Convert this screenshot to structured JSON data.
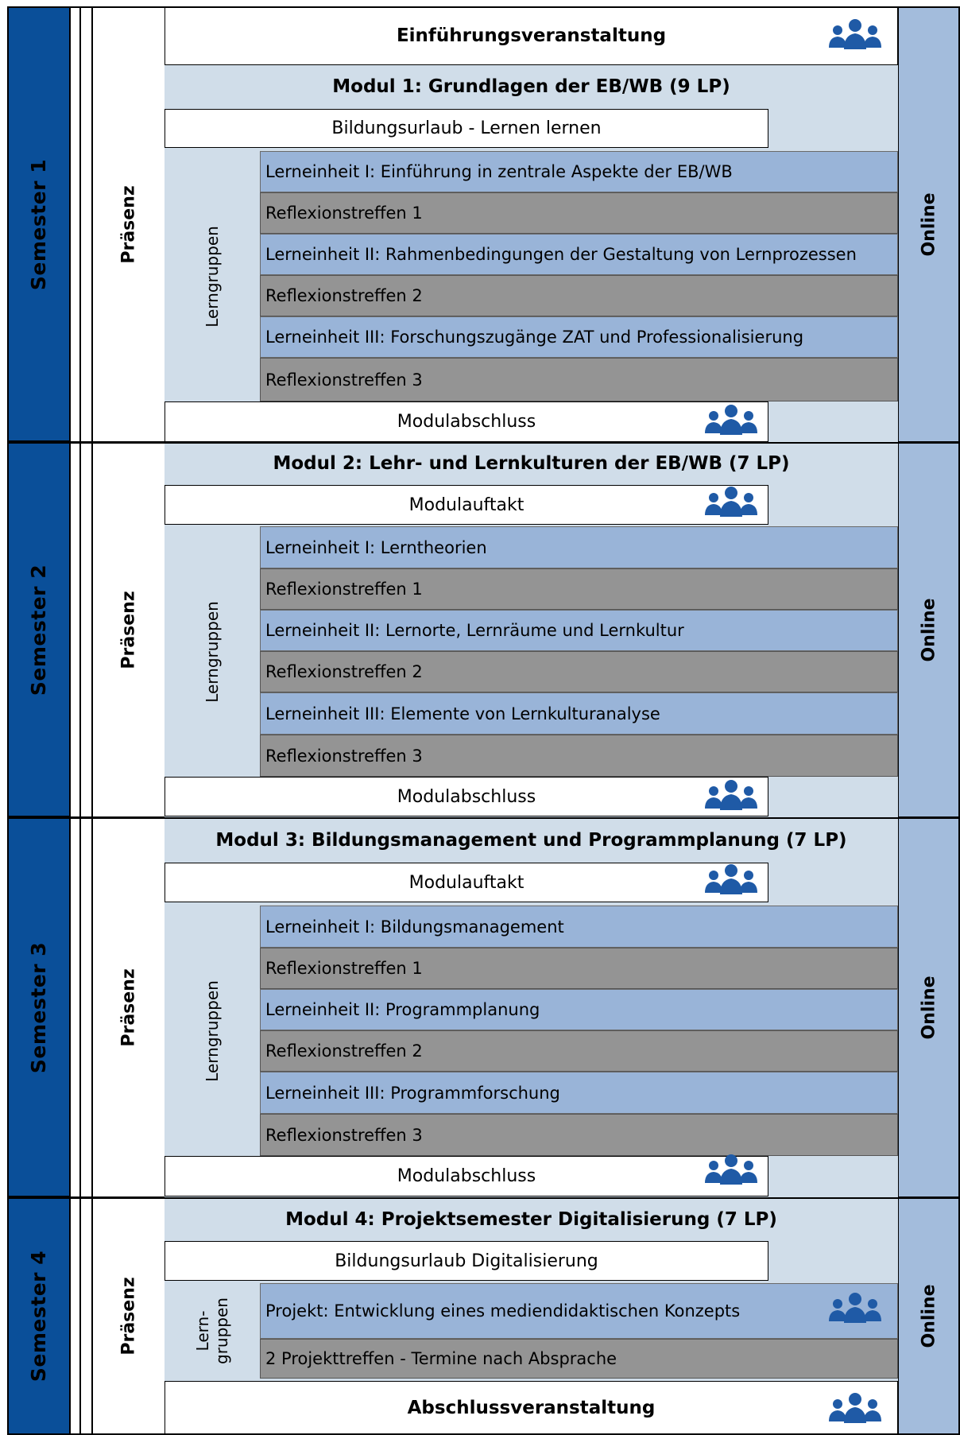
{
  "colors": {
    "semester": "#0a4f99",
    "online": "#a3bcdc",
    "module_bg": "#d0dde9",
    "lerneinheit": "#99b4d8",
    "reflexion": "#949494",
    "icon": "#1f5aa6"
  },
  "icon_name": "group-people-icon",
  "praesenz_label": "Präsenz",
  "online_label": "Online",
  "lerngruppen_label": "Lerngruppen",
  "semesters": [
    {
      "label": "Semester 1",
      "intro": "Einführungsveranstaltung",
      "module_title": "Modul 1: Grundlagen der EB/WB (9 LP)",
      "pre_row": "Bildungsurlaub - Lernen lernen",
      "rows": [
        "Lerneinheit I: Einführung in zentrale Aspekte der EB/WB",
        "Reflexionstreffen 1",
        "Lerneinheit II: Rahmenbedingungen der Gestaltung von Lernprozessen",
        "Reflexionstreffen 2",
        "Lerneinheit III: Forschungszugänge ZAT und Professionalisierung",
        "Reflexionstreffen 3"
      ],
      "closing": "Modulabschluss"
    },
    {
      "label": "Semester 2",
      "module_title": "Modul 2: Lehr- und Lernkulturen der EB/WB (7 LP)",
      "pre_row": "Modulauftakt",
      "rows": [
        "Lerneinheit I: Lerntheorien",
        "Reflexionstreffen 1",
        "Lerneinheit II: Lernorte, Lernräume und Lernkultur",
        "Reflexionstreffen 2",
        "Lerneinheit III: Elemente von Lernkulturanalyse",
        "Reflexionstreffen 3"
      ],
      "closing": "Modulabschluss"
    },
    {
      "label": "Semester 3",
      "module_title": "Modul 3: Bildungsmanagement und Programmplanung (7 LP)",
      "pre_row": "Modulauftakt",
      "rows": [
        "Lerneinheit I: Bildungsmanagement",
        "Reflexionstreffen 1",
        "Lerneinheit II: Programmplanung",
        "Reflexionstreffen 2",
        "Lerneinheit III: Programmforschung",
        "Reflexionstreffen 3"
      ],
      "closing": "Modulabschluss"
    },
    {
      "label": "Semester 4",
      "module_title": "Modul 4: Projektsemester Digitalisierung (7 LP)",
      "pre_row": "Bildungsurlaub Digitalisierung",
      "lern_line1": "Lern-",
      "lern_line2": "gruppen",
      "rows": [
        "Projekt: Entwicklung eines mediendidaktischen Konzepts",
        "2 Projekttreffen - Termine nach Absprache"
      ],
      "closing": "Abschlussveranstaltung"
    }
  ]
}
